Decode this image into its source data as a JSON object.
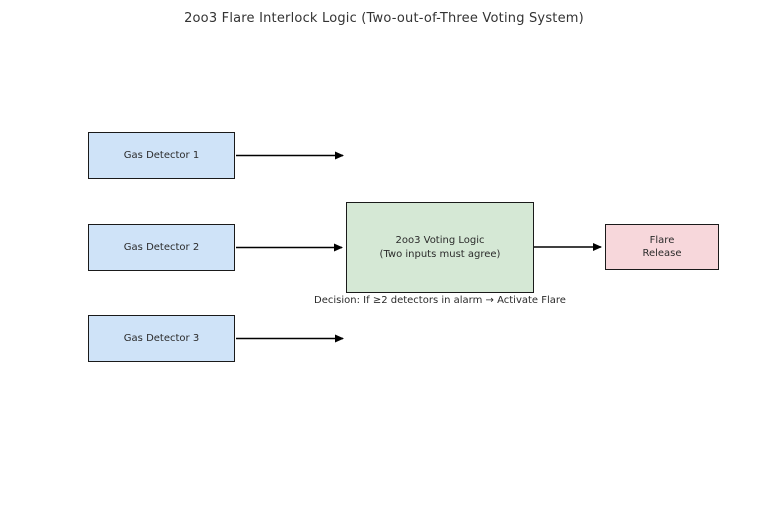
{
  "title": "2oo3 Flare Interlock Logic (Two-out-of-Three Voting System)",
  "diagram": {
    "nodes": [
      {
        "id": "gas-detector-1",
        "label": "Gas Detector 1",
        "fill": "#cfe3f8"
      },
      {
        "id": "gas-detector-2",
        "label": "Gas Detector 2",
        "fill": "#cfe3f8"
      },
      {
        "id": "gas-detector-3",
        "label": "Gas Detector 3",
        "fill": "#cfe3f8"
      },
      {
        "id": "voting-logic",
        "label": "2oo3 Voting Logic\n(Two inputs must agree)",
        "fill": "#d5e8d5"
      },
      {
        "id": "flare-release",
        "label": "Flare\nRelease",
        "fill": "#f7d7db"
      }
    ],
    "edges": [
      {
        "from": "gas-detector-1",
        "to": "voting-logic"
      },
      {
        "from": "gas-detector-2",
        "to": "voting-logic"
      },
      {
        "from": "gas-detector-3",
        "to": "voting-logic"
      },
      {
        "from": "voting-logic",
        "to": "flare-release"
      }
    ],
    "annotation": "Decision: If ≥2 detectors in alarm → Activate Flare"
  },
  "colors": {
    "detector_fill": "#cfe3f8",
    "voting_fill": "#d5e8d5",
    "flare_fill": "#f7d7db",
    "border": "#1a1a1a",
    "arrow": "#000000",
    "text": "#333333",
    "background": "#ffffff"
  }
}
